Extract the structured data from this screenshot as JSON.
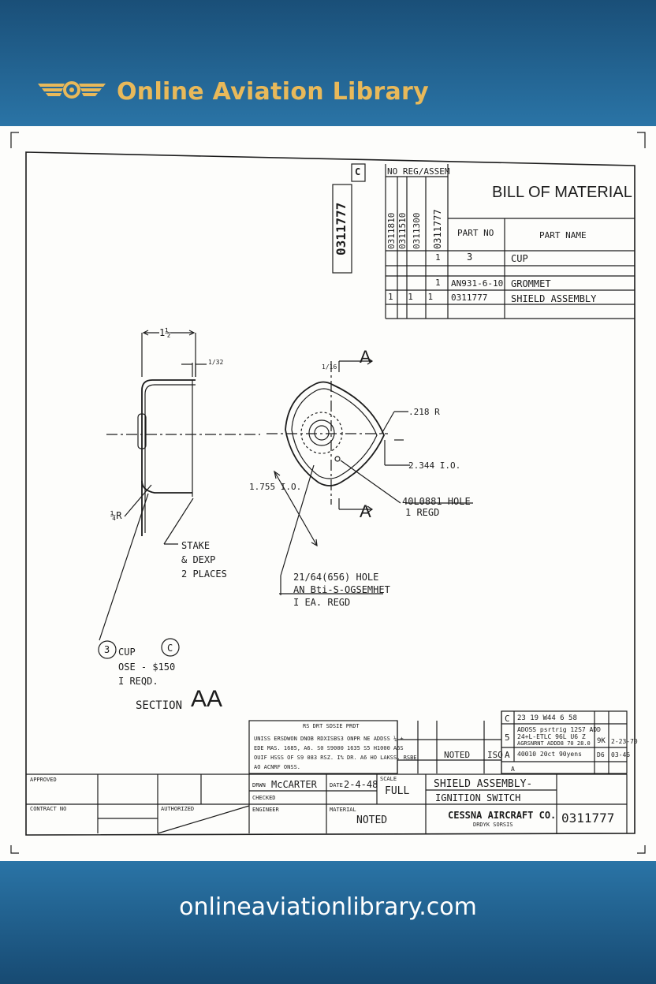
{
  "header": {
    "brand": "Online Aviation Library"
  },
  "footer": {
    "url": "onlineaviationlibrary.com"
  },
  "colors": {
    "brand_gold": "#e8b95a",
    "band_blue": "#2a74a6",
    "ink": "#1c1c1c"
  },
  "drawing": {
    "side_number": "0311777",
    "side_rev": "C",
    "reg_header": "NO REG/ASSEM",
    "assem_cols": [
      "0311810",
      "0311510",
      "0311300",
      "0311777"
    ],
    "bom_title": "BILL OF MATERIAL",
    "bom_col_part_no": "PART NO",
    "bom_col_part_name": "PART NAME",
    "bom_rows": [
      {
        "qty": "1",
        "part_no": "3",
        "part_name": "CUP"
      },
      {
        "qty": "1",
        "part_no": "AN931-6-10",
        "part_name": "GROMMET"
      },
      {
        "qty": "1 1 1",
        "part_no": "0311777",
        "part_name": "SHIELD ASSEMBLY"
      }
    ],
    "dims": {
      "width_1_half": "1½",
      "thk_1_32": "1/32",
      "quarter_r": "¼R",
      "r_218": ".218 R",
      "id_2344": "2.344 I.O.",
      "id_1755": "1.755 I.O.",
      "sec_a_top": "A",
      "sec_a_bottom": "A",
      "frac_1_16": "1/16",
      "hole_40": "40L0881 HOLE",
      "hole_40_qty": "1 REGD"
    },
    "notes": {
      "stake_1": "STAKE",
      "stake_2": "& DEXP",
      "stake_3": "2 PLACES",
      "grommet_1": "21/64(656) HOLE",
      "grommet_2": "AN Bti-S-OGSEMHET",
      "grommet_3": "I EA. REGD"
    },
    "callout": {
      "num": "3",
      "name": "CUP",
      "rev": "C",
      "part": "OSE - $150",
      "qty": "I REQD."
    },
    "section_label": "SECTION",
    "section_letters": "AA",
    "general_notes": {
      "head": "RS DRT SDSIE PRDT",
      "l1": "UNISS ERSDWON DNOB RDXISBS3 ONPR NE ADDSS ¼ +",
      "l2": "EDE MAS. 1685, A6. S0 S9000 1635 S5 H1000 A6S",
      "l3": "OUIF HSSS OF S9 083 RSZ. I% DR. A6 HO LAKSS. RSBE",
      "l4": "AO ACNRF ONSS."
    },
    "rev_block": {
      "r1_letter": "C",
      "r1_text": "23 19 W44 6 58",
      "r2_letter": "5",
      "r2_text_a": "ADOSS psrtrig 12S7 ADD",
      "r2_text_b": "24+L-ETLC 96L U6 Z",
      "r2_text_c": "AGRSNRNT ADDD8 70 28.0",
      "r3_letter": "A",
      "r3_text": "40010 20ct 90yens",
      "c1": "9K",
      "c2": "2-23-70",
      "c3": "D6",
      "c4": "03-46"
    },
    "title_block": {
      "approved": "APPROVED",
      "contract": "CONTRACT NO",
      "authorized": "AUTHORIZED",
      "drawn_label": "DRWN",
      "drawn_name": "McCARTER",
      "date_label": "DATE",
      "date_value": "2-4-48",
      "scale_label": "SCALE",
      "scale_value": "FULL",
      "checked": "CHECKED",
      "engr": "ENGINEER",
      "mtl_label": "MATERIAL",
      "material": "NOTED",
      "finish": "NOTED",
      "isd": "ISO",
      "rev": "A",
      "part_name_1": "SHIELD ASSEMBLY-",
      "part_name_2": "IGNITION SWITCH",
      "company": "CESSNA AIRCRAFT CO.",
      "company_sub": "DRDYK SORSIS",
      "number": "0311777"
    }
  }
}
